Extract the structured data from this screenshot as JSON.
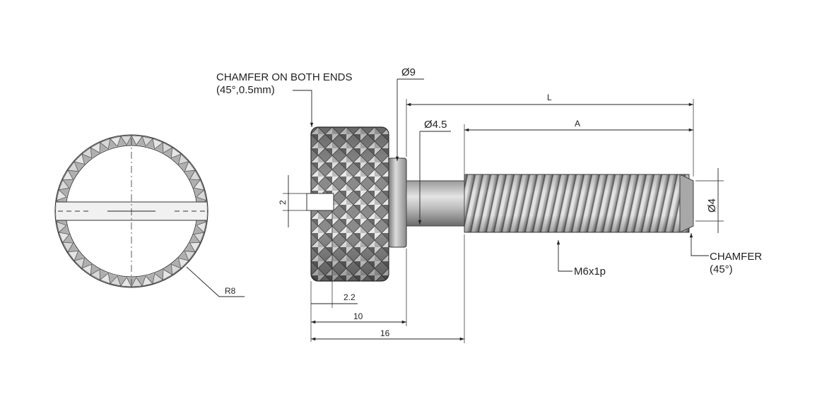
{
  "labels": {
    "chamfer_both_ends_line1": "CHAMFER ON BOTH ENDS",
    "chamfer_both_ends_line2": "(45°,0.5mm)",
    "dia_head": "Ø9",
    "dia_shoulder": "Ø4.5",
    "dia_tip": "Ø4",
    "len_total": "L",
    "len_thread": "A",
    "slot_width": "2",
    "slot_depth": "2.2",
    "head_length": "10",
    "body_length": "16",
    "radius": "R8",
    "thread_spec": "M6x1p",
    "chamfer_tip_line1": "CHAMFER",
    "chamfer_tip_line2": "(45°)"
  },
  "colors": {
    "line": "#222222",
    "metal_light": "#d8d8d8",
    "metal_dark": "#6e6e6e",
    "knurl_light": "#e6e6e6",
    "knurl_dark": "#555555"
  }
}
